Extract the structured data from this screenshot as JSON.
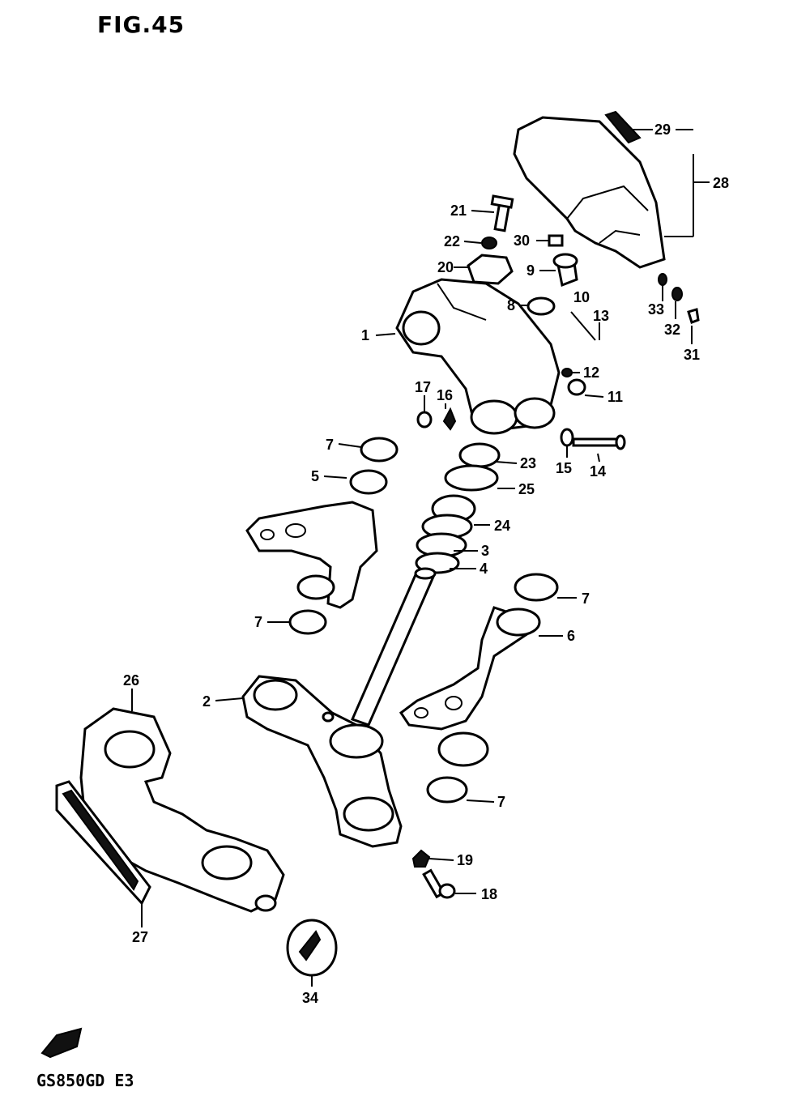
{
  "figure": {
    "title": "FIG.45",
    "model_code": "GS850GD E3"
  },
  "callouts": [
    {
      "id": "c1",
      "text": "1"
    },
    {
      "id": "c2",
      "text": "2"
    },
    {
      "id": "c3",
      "text": "3"
    },
    {
      "id": "c4",
      "text": "4"
    },
    {
      "id": "c5",
      "text": "5"
    },
    {
      "id": "c6",
      "text": "6"
    },
    {
      "id": "c7a",
      "text": "7"
    },
    {
      "id": "c7b",
      "text": "7"
    },
    {
      "id": "c7c",
      "text": "7"
    },
    {
      "id": "c7d",
      "text": "7"
    },
    {
      "id": "c8",
      "text": "8"
    },
    {
      "id": "c9",
      "text": "9"
    },
    {
      "id": "c10",
      "text": "10"
    },
    {
      "id": "c11",
      "text": "11"
    },
    {
      "id": "c12",
      "text": "12"
    },
    {
      "id": "c13",
      "text": "13"
    },
    {
      "id": "c14",
      "text": "14"
    },
    {
      "id": "c15",
      "text": "15"
    },
    {
      "id": "c16",
      "text": "16"
    },
    {
      "id": "c17",
      "text": "17"
    },
    {
      "id": "c18",
      "text": "18"
    },
    {
      "id": "c19",
      "text": "19"
    },
    {
      "id": "c20",
      "text": "20"
    },
    {
      "id": "c21",
      "text": "21"
    },
    {
      "id": "c22",
      "text": "22"
    },
    {
      "id": "c23",
      "text": "23"
    },
    {
      "id": "c24",
      "text": "24"
    },
    {
      "id": "c25",
      "text": "25"
    },
    {
      "id": "c26",
      "text": "26"
    },
    {
      "id": "c27",
      "text": "27"
    },
    {
      "id": "c28",
      "text": "28"
    },
    {
      "id": "c29",
      "text": "29"
    },
    {
      "id": "c30",
      "text": "30"
    },
    {
      "id": "c31",
      "text": "31"
    },
    {
      "id": "c32",
      "text": "32"
    },
    {
      "id": "c33",
      "text": "33"
    },
    {
      "id": "c34",
      "text": "34"
    }
  ]
}
